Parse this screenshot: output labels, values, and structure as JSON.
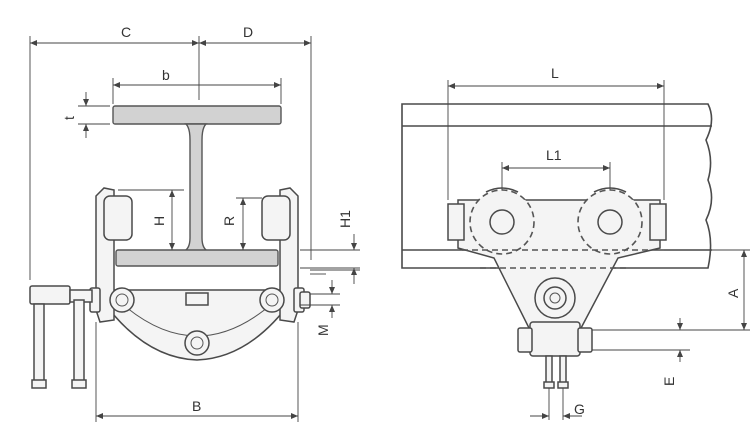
{
  "labels": {
    "C": "C",
    "D": "D",
    "b": "b",
    "t": "t",
    "H": "H",
    "R": "R",
    "H1": "H1",
    "M": "M",
    "B": "B",
    "L": "L",
    "L1": "L1",
    "A": "A",
    "E": "E",
    "G": "G"
  }
}
